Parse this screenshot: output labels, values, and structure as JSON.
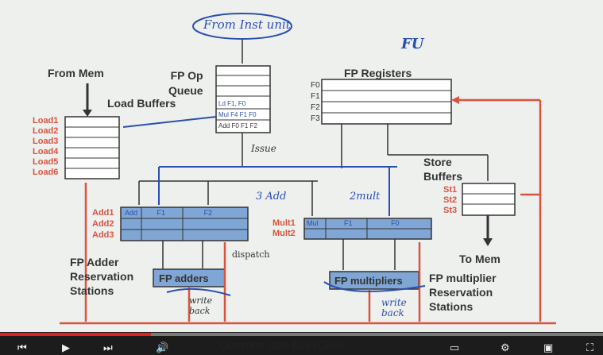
{
  "slide": {
    "top_note": "From Inst unit",
    "fu_note": "FU",
    "from_mem": "From Mem",
    "fp_op_queue": "FP Op\nQueue",
    "load_buffers": "Load Buffers",
    "fp_registers": "FP Registers",
    "reg_labels": [
      "F0",
      "F1",
      "F2",
      "F3"
    ],
    "load_labels": [
      "Load1",
      "Load2",
      "Load3",
      "Load4",
      "Load5",
      "Load6"
    ],
    "queue_entries": [
      "Ld F1, F0",
      "Mul F4 F1 F0",
      "Add F0 F1 F2"
    ],
    "issue_note": "Issue",
    "store_buffers": "Store\nBuffers",
    "store_labels": [
      "St1",
      "St2",
      "St3"
    ],
    "to_mem": "To Mem",
    "adder_labels": [
      "Add1",
      "Add2",
      "Add3"
    ],
    "adder_row1": [
      "Add",
      "F1",
      "F2"
    ],
    "mult_labels": [
      "Mult1",
      "Mult2"
    ],
    "mult_row1": [
      "Mul",
      "F1",
      "F0"
    ],
    "note_3add": "3 Add",
    "note_2mult": "2mult",
    "fp_adder_rs": "FP Adder\nReservation\nStations",
    "fp_adders": "FP adders",
    "dispatch": "dispatch",
    "write_back_1": "write\nback",
    "fp_multipliers": "FP multipliers",
    "fp_mult_rs": "FP multiplier\nReservation\nStations",
    "write_back_2": "write\nback",
    "cdb": "Common data bus (CDB)"
  },
  "colors": {
    "red": "#d9543f",
    "blue_box": "#7fa6d4",
    "ink": "#2a4fb0",
    "progress": "#e02020"
  },
  "player": {
    "progress_fraction": 0.25,
    "icons": [
      "skip-back-icon",
      "play-icon",
      "skip-next-icon",
      "volume-icon",
      "subtitles-icon",
      "settings-icon",
      "miniplayer-icon",
      "fullscreen-icon"
    ]
  }
}
